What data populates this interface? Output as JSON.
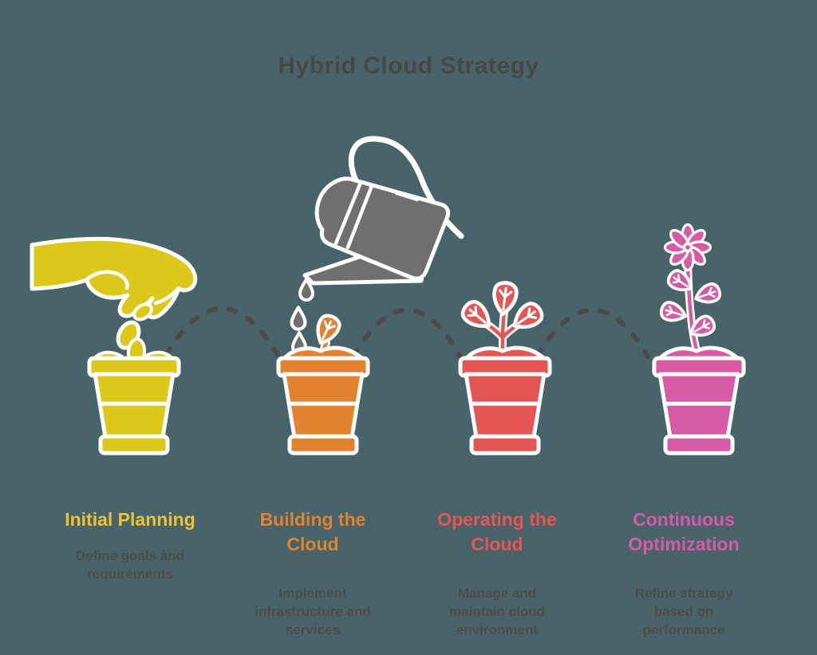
{
  "title": "Hybrid Cloud Strategy",
  "background_color": "#48636a",
  "colors": {
    "title_text": "#474747",
    "body_text": "#4c4c4c",
    "outline_white": "#ffffff",
    "connector_gray": "#4a4a4a",
    "watering_can_gray": "#6f6f6f"
  },
  "connector": {
    "type": "dashed-arc",
    "color": "#4a4a4a",
    "count": 3
  },
  "stages": [
    {
      "name": "initial-planning",
      "heading": "Initial Planning",
      "description": "Define goals and\nrequirements",
      "color": "#eac431",
      "pot_color": "#dcc71b",
      "icon": "hand-planting-seeds-pot-icon"
    },
    {
      "name": "building-the-cloud",
      "heading": "Building the\nCloud",
      "description": "Implement\ninfrastructure and\nservices",
      "color": "#e0822f",
      "pot_color": "#e0822f",
      "icon": "watering-can-sprout-pot-icon"
    },
    {
      "name": "operating-the-cloud",
      "heading": "Operating the\nCloud",
      "description": "Manage and\nmaintain cloud\nenvironment",
      "color": "#e45654",
      "pot_color": "#e45654",
      "icon": "seedling-pot-icon"
    },
    {
      "name": "continuous-optimization",
      "heading": "Continuous\nOptimization",
      "description": "Refine strategy\nbased on\nperformance",
      "color": "#d75aa4",
      "pot_color": "#d75aa4",
      "icon": "flowering-plant-pot-icon"
    }
  ]
}
